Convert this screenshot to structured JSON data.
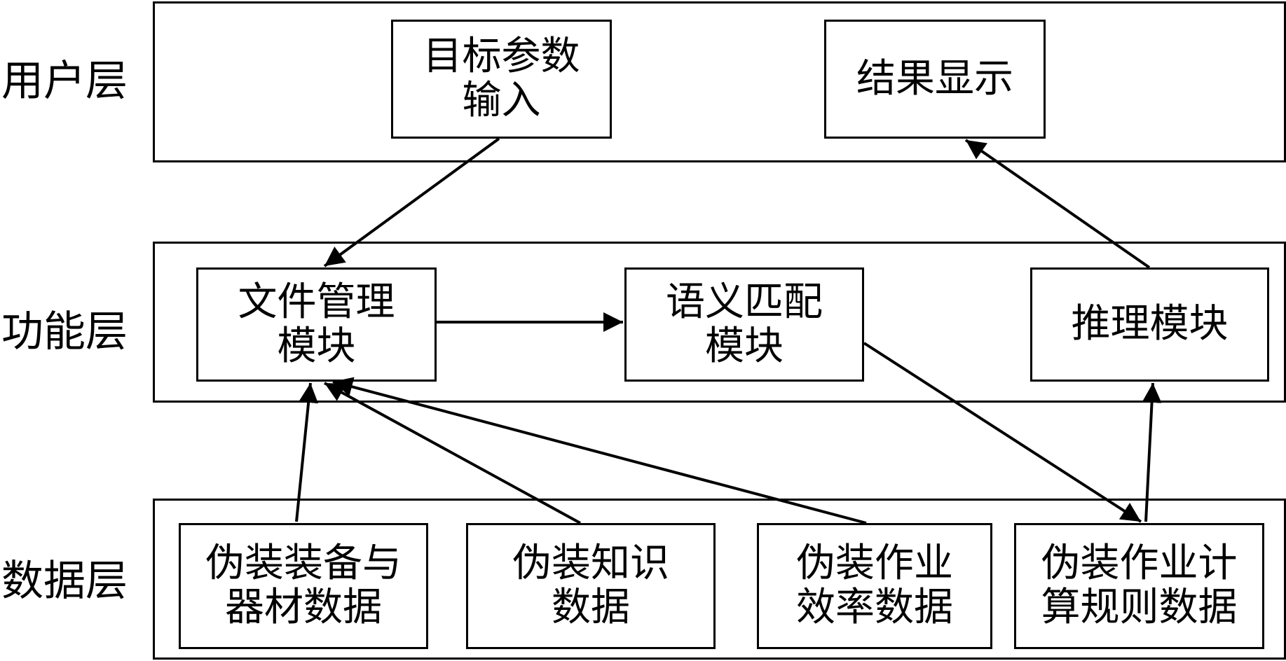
{
  "layers": {
    "user": "用户层",
    "function": "功能层",
    "data": "数据层"
  },
  "user_boxes": {
    "target_param_input": "目标参数\n输入",
    "result_display": "结果显示"
  },
  "function_boxes": {
    "file_management": "文件管理\n模块",
    "semantic_matching": "语义匹配\n模块",
    "reasoning": "推理模块"
  },
  "data_boxes": {
    "equipment_material": "伪装装备与\n器材数据",
    "knowledge": "伪装知识\n数据",
    "efficiency": "伪装作业\n效率数据",
    "calc_rules": "伪装作业计\n算规则数据"
  }
}
